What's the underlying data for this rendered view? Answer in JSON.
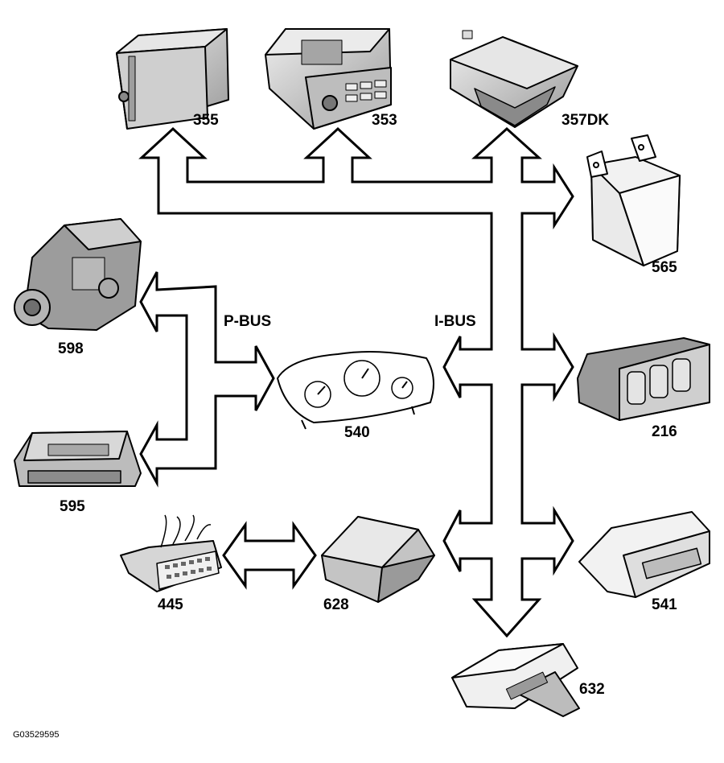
{
  "figure_ref": "G03529595",
  "buses": {
    "p_bus": "P-BUS",
    "i_bus": "I-BUS"
  },
  "components": {
    "c355": "355",
    "c353": "353",
    "c357dk": "357DK",
    "c565": "565",
    "c598": "598",
    "c540": "540",
    "c216": "216",
    "c595": "595",
    "c445": "445",
    "c628": "628",
    "c541": "541",
    "c632": "632"
  },
  "colors": {
    "line": "#000000",
    "fill": "#ffffff",
    "device_fill": "#d6d6d6",
    "device_dark": "#8a8a8a"
  }
}
